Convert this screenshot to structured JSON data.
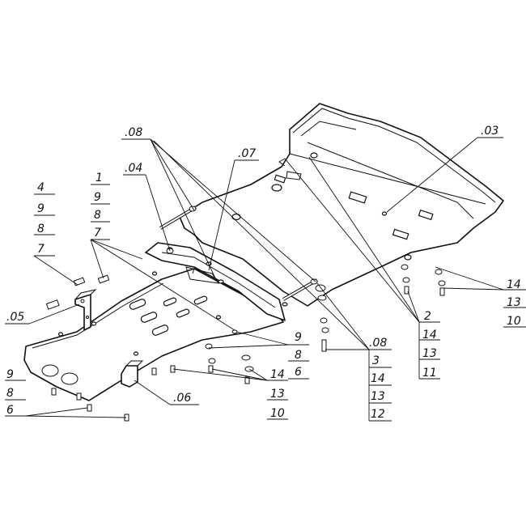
{
  "labels": {
    "part_08_top": ".08",
    "part_04": ".04",
    "part_07": ".07",
    "part_03": ".03",
    "part_05": ".05",
    "part_06": ".06",
    "part_08_right": ".08",
    "stack_a": [
      "4",
      "9",
      "8",
      "7"
    ],
    "stack_b": [
      "1",
      "9",
      "8",
      "7"
    ],
    "stack_c": [
      "9",
      "8",
      "6"
    ],
    "stack_d": [
      "9",
      "8",
      "6"
    ],
    "stack_e": [
      "14",
      "13",
      "10"
    ],
    "stack_f": [
      "3",
      "14",
      "13",
      "12"
    ],
    "stack_g": [
      "2",
      "14",
      "13",
      "11"
    ],
    "stack_h": [
      "14",
      "13",
      "10"
    ]
  }
}
